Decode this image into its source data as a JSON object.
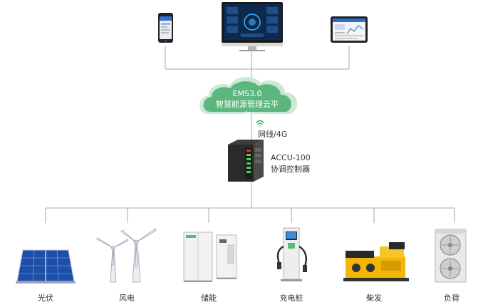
{
  "cloud": {
    "line1": "EMS3.0",
    "line2": "智慧能源管理云平台"
  },
  "network": {
    "label": "网线/4G"
  },
  "controller": {
    "model": "ACCU-100",
    "name": "协调控制器"
  },
  "devices": [
    {
      "label": "光伏"
    },
    {
      "label": "风电"
    },
    {
      "label": "储能"
    },
    {
      "label": "充电桩"
    },
    {
      "label": "柴发"
    },
    {
      "label": "负荷"
    }
  ],
  "colors": {
    "cloud": "#5cb77e",
    "cloud_outline": "#cde9d6",
    "line": "#a8a8a8",
    "wifi": "#3aaa5c"
  },
  "icons": {
    "phone": "smartphone-icon",
    "monitor": "monitor-icon",
    "tablet": "tablet-icon",
    "wifi": "wifi-icon"
  }
}
